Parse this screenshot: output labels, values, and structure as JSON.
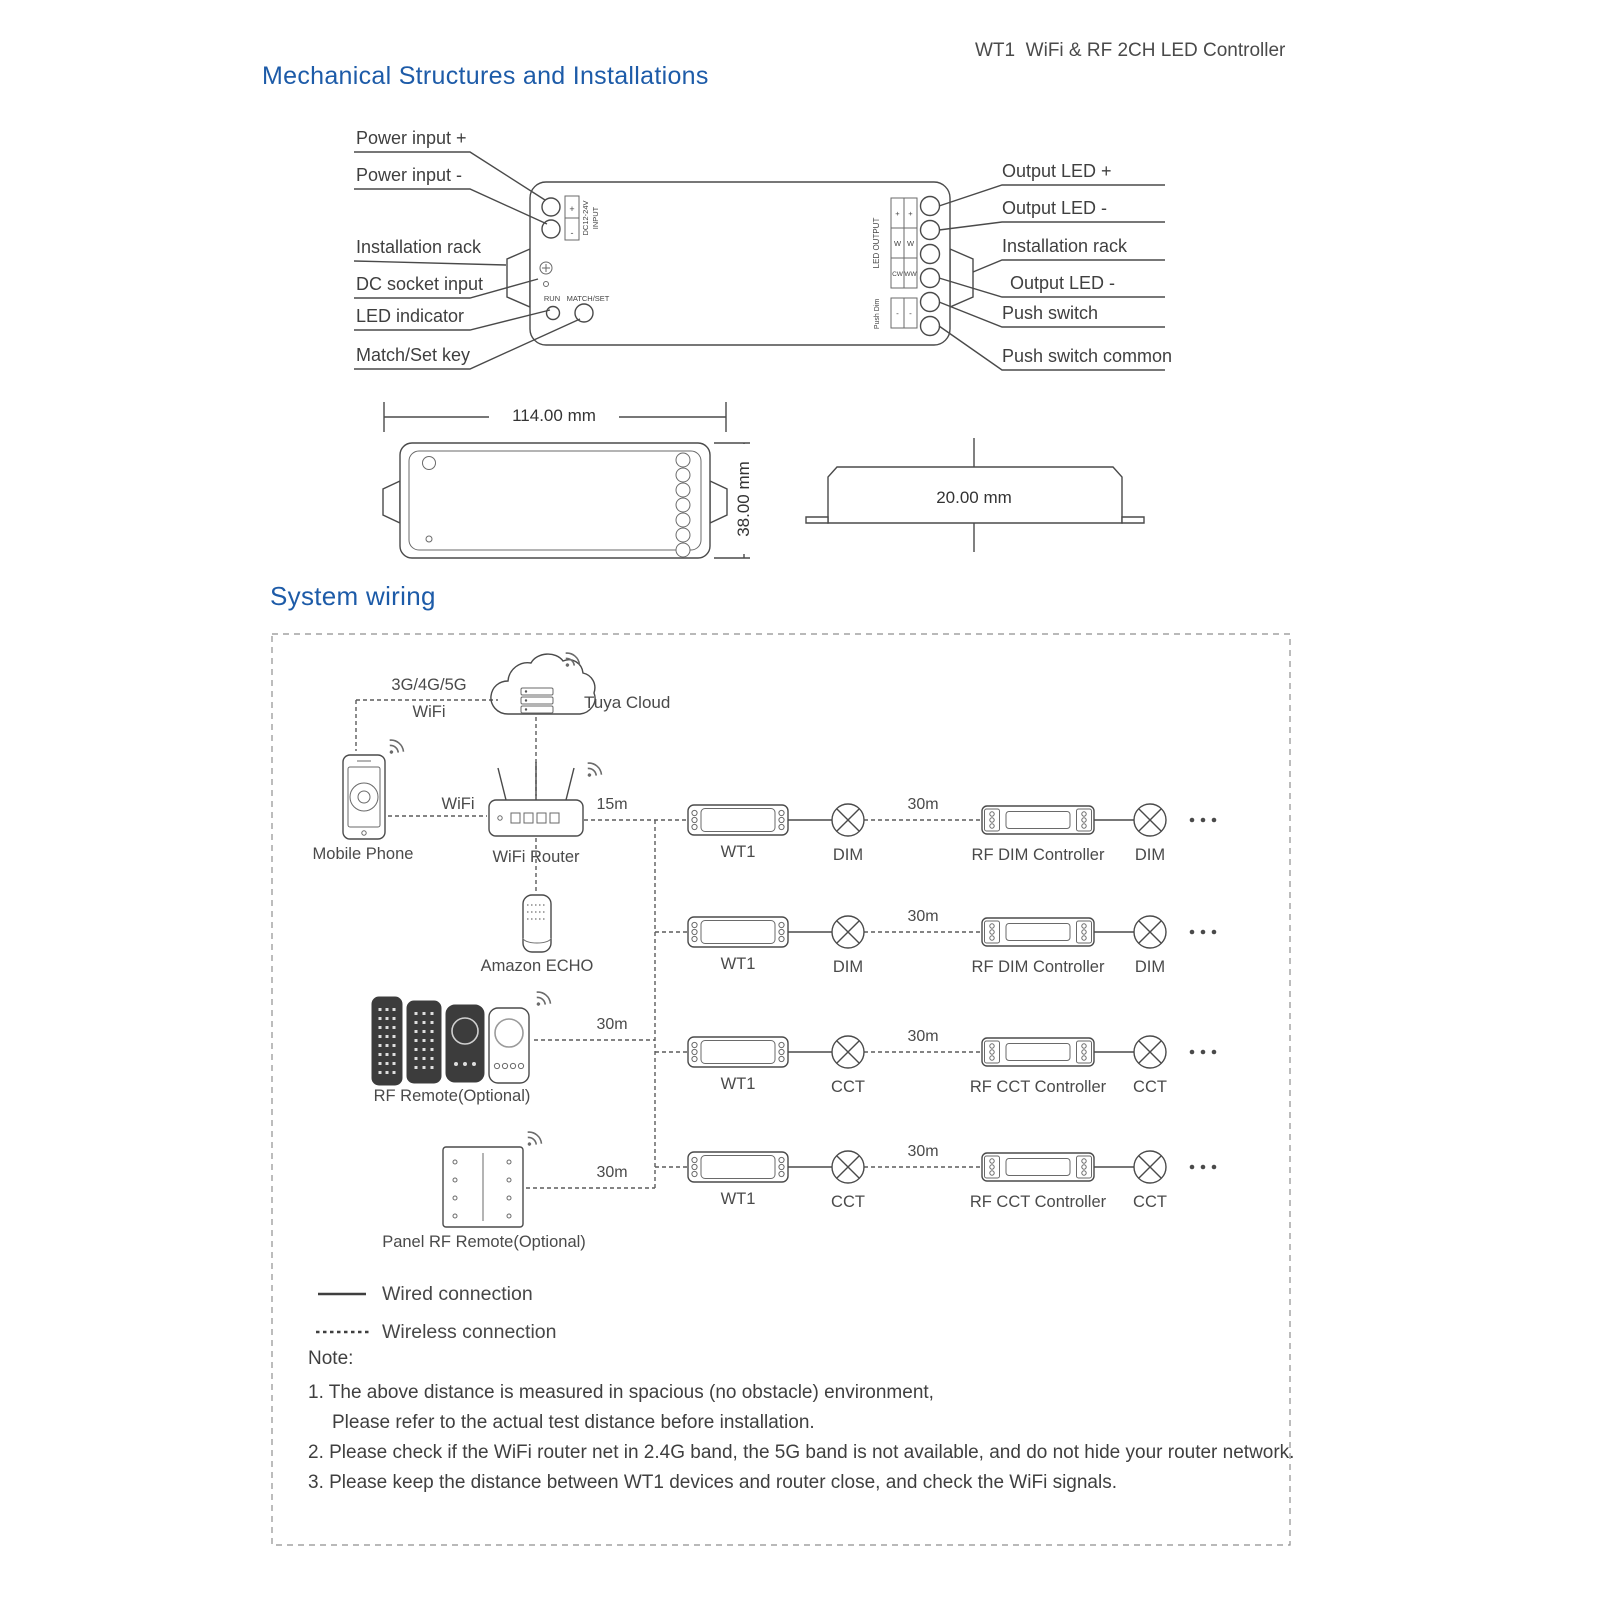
{
  "header": {
    "title": "WT1  WiFi & RF 2CH LED Controller"
  },
  "colors": {
    "accent": "#1d5ba8",
    "text": "#3f3f3f",
    "line": "#4a4a4a"
  },
  "mechanical": {
    "title": "Mechanical Structures and Installations",
    "left_labels": [
      "Power input +",
      "Power input -",
      "Installation rack",
      "DC socket input",
      "LED indicator",
      "Match/Set key"
    ],
    "right_labels": [
      "Output LED +",
      "Output LED -",
      "Installation rack",
      "Output LED -",
      "Push switch",
      "Push switch common"
    ],
    "device": {
      "input_label": "INPUT",
      "input_voltage": "DC12-24V",
      "plus": "+",
      "minus": "-",
      "run_label": "RUN",
      "match_label": "MATCH/SET",
      "output_label": "LED OUTPUT",
      "push_dim_label": "Push Dim",
      "terminal_rows": [
        [
          "+",
          "+"
        ],
        [
          "W",
          "W"
        ],
        [
          "CW",
          "WW"
        ]
      ],
      "push_rows": [
        [
          "-",
          "-"
        ]
      ]
    },
    "dim_width": "114.00 mm",
    "dim_height": "38.00 mm",
    "dim_depth": "20.00 mm"
  },
  "wiring": {
    "title": "System wiring",
    "network_line1": "3G/4G/5G",
    "network_line2": "WiFi",
    "cloud_label": "Tuya Cloud",
    "wifi_label": "WiFi",
    "phone_label": "Mobile Phone",
    "router_label": "WiFi Router",
    "echo_label": "Amazon ECHO",
    "rf_remote_label": "RF Remote(Optional)",
    "panel_remote_label": "Panel RF Remote(Optional)",
    "dist_15m": "15m",
    "remote_dist": "30m",
    "panel_dist": "30m",
    "rows": [
      {
        "device": "WT1",
        "lamp1": "DIM",
        "distance": "30m",
        "controller": "RF DIM Controller",
        "lamp2": "DIM"
      },
      {
        "device": "WT1",
        "lamp1": "DIM",
        "distance": "30m",
        "controller": "RF DIM Controller",
        "lamp2": "DIM"
      },
      {
        "device": "WT1",
        "lamp1": "CCT",
        "distance": "30m",
        "controller": "RF CCT Controller",
        "lamp2": "CCT"
      },
      {
        "device": "WT1",
        "lamp1": "CCT",
        "distance": "30m",
        "controller": "RF CCT Controller",
        "lamp2": "CCT"
      }
    ],
    "legend": {
      "wired": "Wired connection",
      "wireless": "Wireless connection"
    },
    "notes": {
      "heading": "Note:",
      "line1": "1. The above distance is measured in spacious (no obstacle) environment,",
      "line1b": "Please refer to the actual test distance before installation.",
      "line2": "2. Please check if the WiFi router net in 2.4G band, the 5G band is not available, and do not hide your router network.",
      "line3": "3. Please keep the distance between WT1 devices and router close, and check the WiFi signals."
    }
  }
}
